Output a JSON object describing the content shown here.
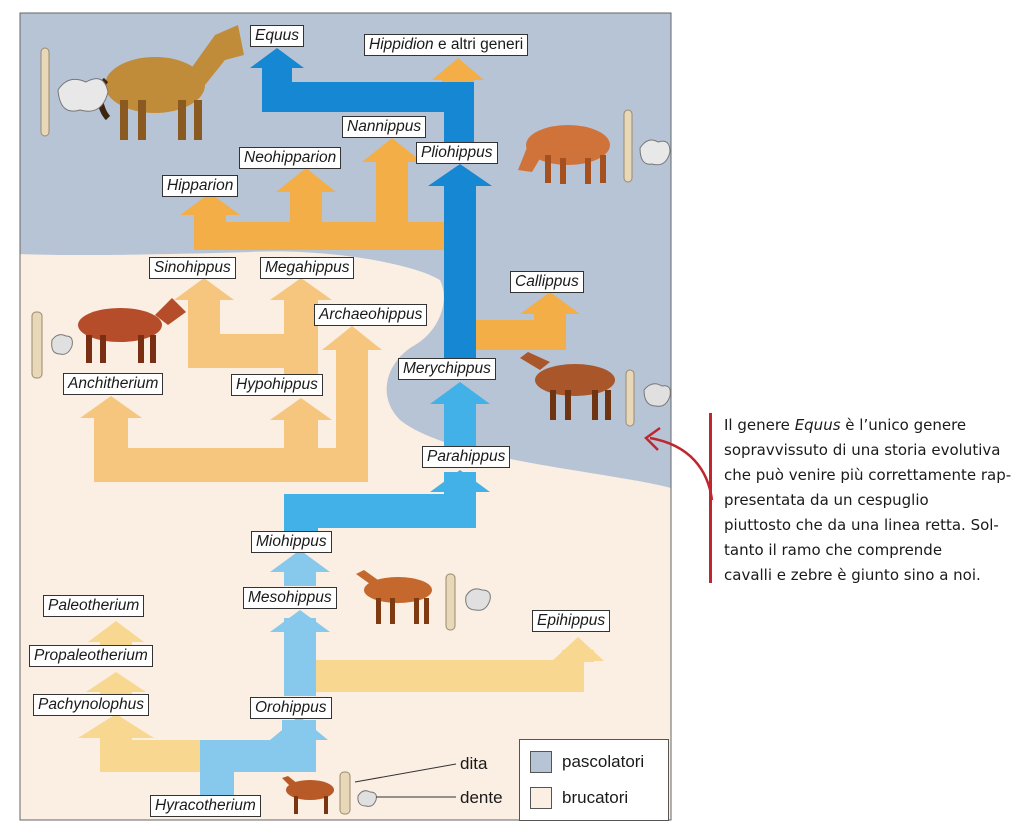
{
  "colors": {
    "grazer_bg": "#b7c4d6",
    "browser_bg": "#fbeee2",
    "grazer_line": "#1688d3",
    "early_line": "#86c9ec",
    "branch_orange": "#f3ae47",
    "branch_light": "#f6c67e",
    "branch_pale": "#f8d890",
    "caption_accent": "#c0272d"
  },
  "genera": {
    "equus": "Equus",
    "hippidion": "Hippidion",
    "hippidion_suffix": " e altri generi",
    "nannippus": "Nannippus",
    "neohipparion": "Neohipparion",
    "hipparion": "Hipparion",
    "pliohippus": "Pliohippus",
    "sinohippus": "Sinohippus",
    "megahippus": "Megahippus",
    "callippus": "Callippus",
    "archaeohippus": "Archaeohippus",
    "anchitherium": "Anchitherium",
    "hypohippus": "Hypohippus",
    "merychippus": "Merychippus",
    "parahippus": "Parahippus",
    "miohippus": "Miohippus",
    "mesohippus": "Mesohippus",
    "paleotherium": "Paleotherium",
    "propaleotherium": "Propaleotherium",
    "epihippus": "Epihippus",
    "pachynolophus": "Pachynolophus",
    "orohippus": "Orohippus",
    "hyracotherium": "Hyracotherium"
  },
  "callouts": {
    "fingers": "dita",
    "tooth": "dente"
  },
  "legend": {
    "grazers": "pascolatori",
    "browsers": "brucatori"
  },
  "caption": {
    "l1_pre": "Il genere ",
    "l1_it": "Equus",
    "l1_post": " è l’unico genere",
    "l2": "sopravvissuto di una storia evolutiva",
    "l3": "che può venire più correttamente rap-",
    "l4": "presentata da un cespuglio",
    "l5": "piuttosto che da una linea retta. Sol-",
    "l6": "tanto il ramo che comprende",
    "l7": "cavalli e zebre è giunto sino a noi."
  }
}
